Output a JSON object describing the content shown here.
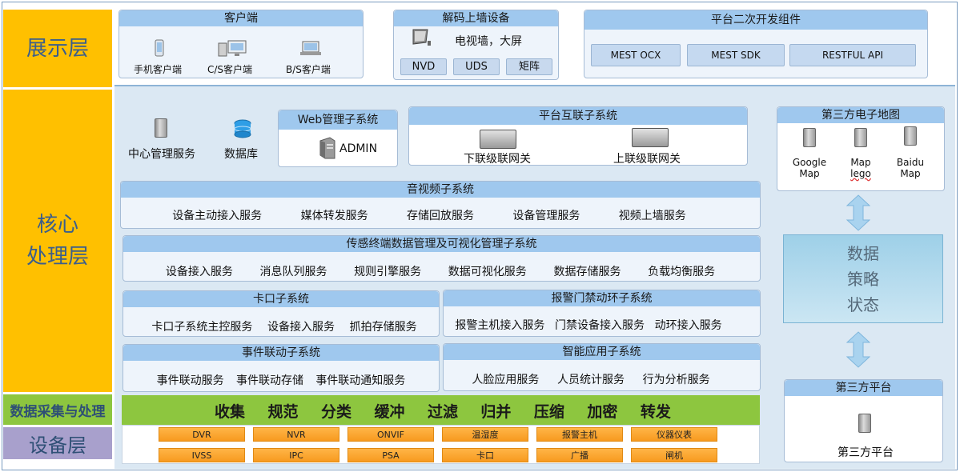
{
  "layers": {
    "display": "展示层",
    "core_line1": "核心",
    "core_line2": "处理层",
    "collect": "数据采集与处理",
    "device": "设备层"
  },
  "client": {
    "title": "客户端",
    "items": [
      "手机客户端",
      "C/S客户端",
      "B/S客户端"
    ]
  },
  "decode": {
    "title": "解码上墙设备",
    "tv": "电视墙，大屏",
    "chips": [
      "NVD",
      "UDS",
      "矩阵"
    ]
  },
  "platform_dev": {
    "title": "平台二次开发组件",
    "chips": [
      "MEST OCX",
      "MEST SDK",
      "RESTFUL API"
    ]
  },
  "center": {
    "label": "中心管理服务"
  },
  "database": {
    "label": "数据库"
  },
  "web": {
    "title": "Web管理子系统",
    "admin": "ADMIN"
  },
  "interconnect": {
    "title": "平台互联子系统",
    "items": [
      "下联级联网关",
      "上联级联网关"
    ]
  },
  "av": {
    "title": "音视频子系统",
    "items": [
      "设备主动接入服务",
      "媒体转发服务",
      "存储回放服务",
      "设备管理服务",
      "视频上墙服务"
    ]
  },
  "sensor": {
    "title": "传感终端数据管理及可视化管理子系统",
    "items": [
      "设备接入服务",
      "消息队列服务",
      "规则引擎服务",
      "数据可视化服务",
      "数据存储服务",
      "负载均衡服务"
    ]
  },
  "checkpoint": {
    "title": "卡口子系统",
    "items": [
      "卡口子系统主控服务",
      "设备接入服务",
      "抓拍存储服务"
    ]
  },
  "alarm": {
    "title": "报警门禁动环子系统",
    "items": [
      "报警主机接入服务",
      "门禁设备接入服务",
      "动环接入服务"
    ]
  },
  "event": {
    "title": "事件联动子系统",
    "items": [
      "事件联动服务",
      "事件联动存储",
      "事件联动通知服务"
    ]
  },
  "smart": {
    "title": "智能应用子系统",
    "items": [
      "人脸应用服务",
      "人员统计服务",
      "行为分析服务"
    ]
  },
  "third_map": {
    "title": "第三方电子地图",
    "items": [
      {
        "line1": "Google",
        "line2": "Map"
      },
      {
        "line1": "Map",
        "line2": "lego"
      },
      {
        "line1": "Baidu",
        "line2": "Map"
      }
    ]
  },
  "data_policy": {
    "lines": [
      "数据",
      "策略",
      "状态"
    ]
  },
  "third_platform": {
    "title": "第三方平台",
    "label": "第三方平台"
  },
  "collect_ops": [
    "收集",
    "规范",
    "分类",
    "缓冲",
    "过滤",
    "归并",
    "压缩",
    "加密",
    "转发"
  ],
  "devices_row1": [
    "DVR",
    "NVR",
    "ONVIF",
    "温湿度",
    "报警主机",
    "仪器仪表"
  ],
  "devices_row2": [
    "IVSS",
    "IPC",
    "PSA",
    "卡口",
    "广播",
    "闸机"
  ],
  "colors": {
    "layer_yellow": "#ffc000",
    "layer_green": "#8dc63f",
    "layer_purple": "#a8a0cc",
    "header_blue": "#9fc8ee",
    "chip_orange": "#f79a1f"
  }
}
